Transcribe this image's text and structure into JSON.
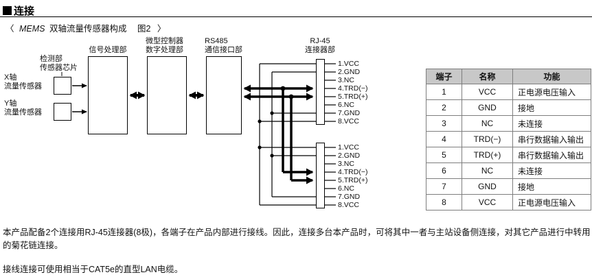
{
  "page": {
    "section_title": "连接",
    "caption": {
      "open": "〈",
      "model": "MEMS",
      "text": "双轴流量传感器构成",
      "figure": "图2",
      "close": "〉"
    }
  },
  "diagram": {
    "detector_label_line1": "检测部",
    "detector_label_line2": "传感器芯片",
    "x_sensor_line1": "X轴",
    "x_sensor_line2": "流量传感器",
    "y_sensor_line1": "Y轴",
    "y_sensor_line2": "流量传感器",
    "signal_box_label": "信号处理部",
    "mcu_label_line1": "微型控制器",
    "mcu_label_line2": "数字处理部",
    "rs485_label_line1": "RS485",
    "rs485_label_line2": "通信接口部",
    "rj45_label_line1": "RJ-45",
    "rj45_label_line2": "连接器部",
    "pins": [
      "1.VCC",
      "2.GND",
      "3.NC",
      "4.TRD(−)",
      "5.TRD(+)",
      "6.NC",
      "7.GND",
      "8.VCC"
    ]
  },
  "pin_table": {
    "headers": [
      "端子",
      "名称",
      "功能"
    ],
    "rows": [
      {
        "terminal": "1",
        "name": "VCC",
        "function": "正电源电压输入"
      },
      {
        "terminal": "2",
        "name": "GND",
        "function": "接地"
      },
      {
        "terminal": "3",
        "name": "NC",
        "function": "未连接"
      },
      {
        "terminal": "4",
        "name": "TRD(−)",
        "function": "串行数据输入输出"
      },
      {
        "terminal": "5",
        "name": "TRD(+)",
        "function": "串行数据输入输出"
      },
      {
        "terminal": "6",
        "name": "NC",
        "function": "未连接"
      },
      {
        "terminal": "7",
        "name": "GND",
        "function": "接地"
      },
      {
        "terminal": "8",
        "name": "VCC",
        "function": "正电源电压输入"
      }
    ]
  },
  "notes": {
    "paragraph1": "本产品配备2个连接用RJ-45连接器(8极)，各端子在产品内部进行接线。因此，连接多台本产品时，可将其中一者与主站设备侧连接，对其它产品进行中转用的菊花链连接。",
    "paragraph2": "接线连接可使用相当于CAT5e的直型LAN电缆。"
  },
  "colors": {
    "table_header_bg": "#c8c8c8",
    "line_color": "#000000"
  }
}
